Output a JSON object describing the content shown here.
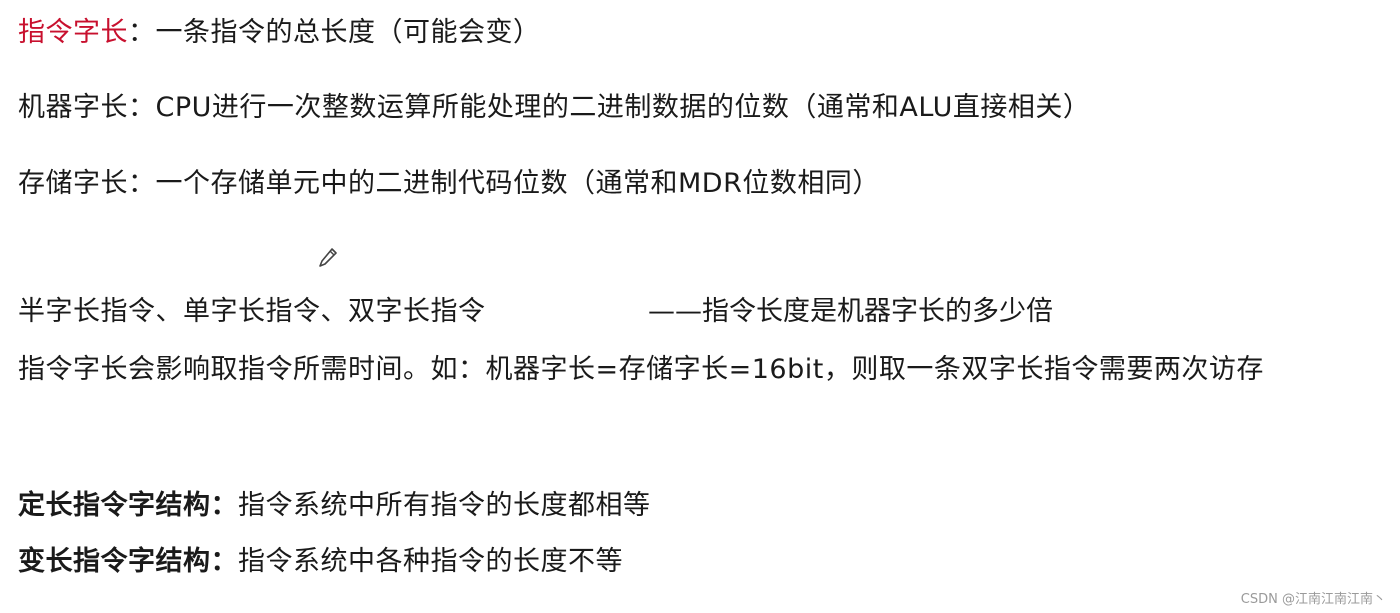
{
  "lines": [
    {
      "label": "指令字长",
      "sep": "：",
      "text": "一条指令的总长度（可能会变）"
    },
    {
      "label": "机器字长",
      "sep": "：",
      "text": "CPU进行一次整数运算所能处理的二进制数据的位数（通常和ALU直接相关）"
    },
    {
      "label": "存储字长",
      "sep": "：",
      "text": "一个存储单元中的二进制代码位数（通常和MDR位数相同）"
    }
  ],
  "instruction_types": "半字长指令、单字长指令、双字长指令",
  "instruction_types_note": "——指令长度是机器字长的多少倍",
  "fetch_note": "指令字长会影响取指令所需时间。如：机器字长=存储字长=16bit，则取一条双字长指令需要两次访存",
  "structures": [
    {
      "label": "定长指令字结构",
      "sep": "：",
      "text": "指令系统中所有指令的长度都相等"
    },
    {
      "label": "变长指令字结构",
      "sep": "：",
      "text": "指令系统中各种指令的长度不等"
    }
  ],
  "icons": {
    "cursor": "pencil-icon"
  },
  "watermark": "CSDN @江南江南江南丶",
  "colors": {
    "highlight": "#c8102e",
    "text": "#1a1a1a",
    "watermark": "#9a9a9a"
  }
}
